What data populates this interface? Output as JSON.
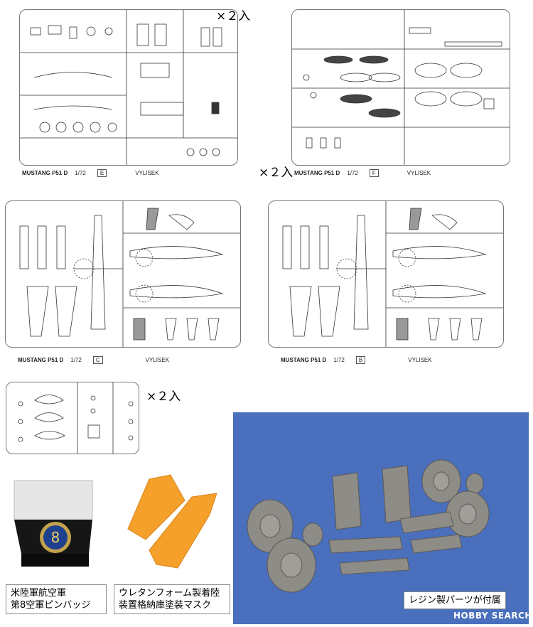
{
  "quantity_marks": {
    "sprue_e": "×２入",
    "sprue_f_c": "×２入",
    "sprue_small": "×２入"
  },
  "sprue_labels": {
    "e": {
      "model": "MUSTANG P51 D",
      "scale": "1/72",
      "letter": "E",
      "maker": "VYLISEK"
    },
    "f": {
      "model": "MUSTANG P51 D",
      "scale": "1/72",
      "letter": "F",
      "maker": "VYLISEK"
    },
    "c": {
      "model": "MUSTANG P51 D",
      "scale": "1/72",
      "letter": "C",
      "maker": "VYLISEK"
    },
    "b": {
      "model": "MUSTANG P51 D",
      "scale": "1/72",
      "letter": "B",
      "maker": "VYLISEK"
    }
  },
  "captions": {
    "pin_badge": [
      "米陸軍航空軍",
      "第8空軍ピンバッジ"
    ],
    "foam_mask": [
      "ウレタンフォーム製着陸",
      "装置格納庫塗装マスク"
    ],
    "resin_parts": "レジン製パーツが付属"
  },
  "watermark": "HOBBY SEARCH",
  "colors": {
    "resin_background": "#4a6fbd",
    "foam_orange": "#f5a02a",
    "resin_grey": "#8e8c86"
  }
}
